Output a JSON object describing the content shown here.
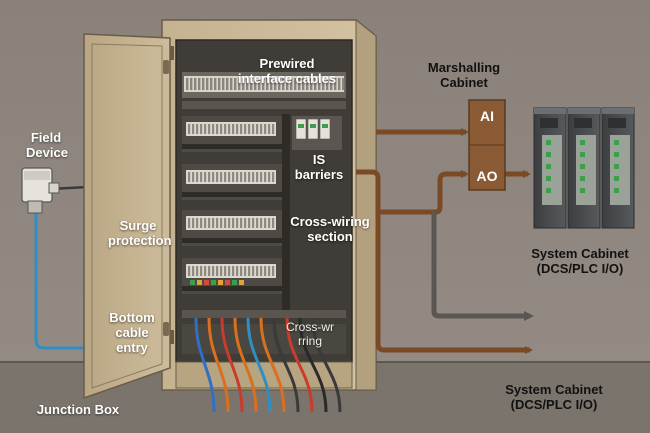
{
  "labels": {
    "field_device": "Field\nDevice",
    "junction_box": "Junction Box",
    "surge_protection": "Surge\nprotection",
    "bottom_cable_entry": "Bottom\ncable\nentry",
    "prewired_interface_cables": "Prewired\ninterface cables",
    "is_barriers": "IS\nbarriers",
    "cross_wiring_section": "Cross-wiring\nsection",
    "cross_wiring_lower": "Cross-wr\nrring",
    "marshalling_cabinet": "Marshalling\nCabinet",
    "ai": "AI",
    "ao": "AO",
    "system_cabinet_right": "System Cabinet\n(DCS/PLC I/O)",
    "system_cabinet_bottom": "System Cabinet\n(DCS/PLC I/O)"
  },
  "colors": {
    "background": "#8f877f",
    "floor": "#6e6760",
    "cabinet_body": "#c9b897",
    "marshalling_box": "#8a5a34",
    "signal_arrow": "#7a4a26",
    "gray_arrow": "#5a5652",
    "field_cable": "#2f8fc4",
    "system_rack": "#4a4d4f"
  },
  "icons": {
    "field_device": "field-device-icon",
    "system_rack": "system-rack-icon"
  }
}
